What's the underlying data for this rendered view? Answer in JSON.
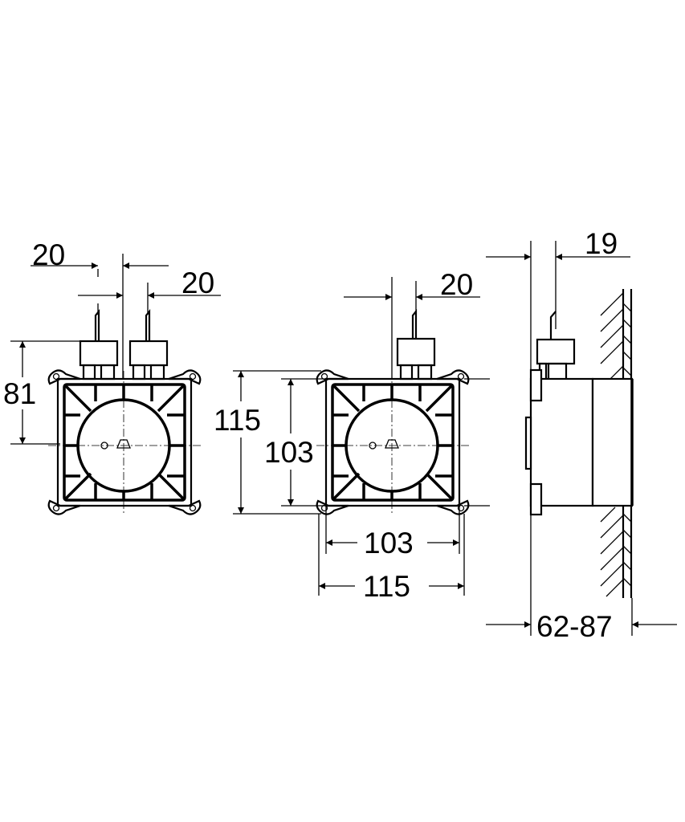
{
  "drawing": {
    "front_view_left": {
      "dim_pipe_offset_left": "20",
      "dim_pipe_offset_right": "20",
      "dim_height_pipe": "81"
    },
    "front_view_middle": {
      "dim_pipe_offset": "20",
      "dim_outer_height": "115",
      "dim_inner_height": "103",
      "dim_inner_width": "103",
      "dim_outer_width": "115"
    },
    "side_view": {
      "dim_pipe_depth": "19",
      "dim_install_depth": "62-87"
    },
    "colors": {
      "line": "#000000",
      "background": "#ffffff"
    }
  }
}
